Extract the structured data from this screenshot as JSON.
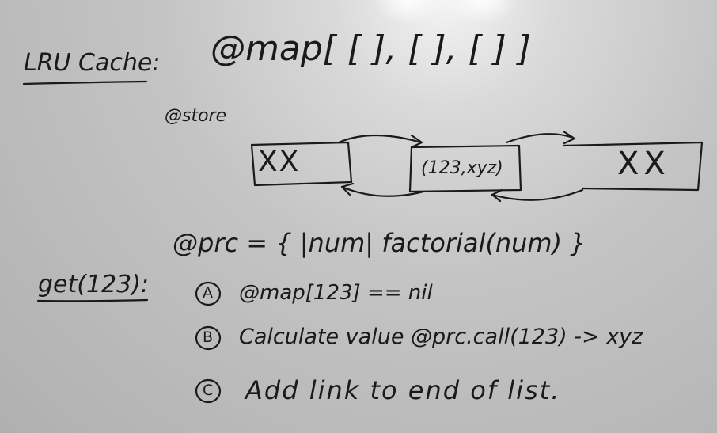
{
  "whiteboard": {
    "title": "LRU Cache:",
    "map_line": "@map[ [ ], [ ], [ ] ]",
    "store_label": "@store",
    "nodes": [
      "XX",
      "(123,xyz)",
      "XX"
    ],
    "proc_line": "@prc = { |num| factorial(num) }",
    "get_call": "get(123):",
    "steps": [
      {
        "marker": "A",
        "text": "@map[123] == nil"
      },
      {
        "marker": "B",
        "text": "Calculate value    @prc.call(123) -> xyz"
      },
      {
        "marker": "C",
        "text": "Add link to end of list."
      }
    ]
  },
  "colors": {
    "ink": "#1a1a1a",
    "board": "#c4c4c4"
  }
}
